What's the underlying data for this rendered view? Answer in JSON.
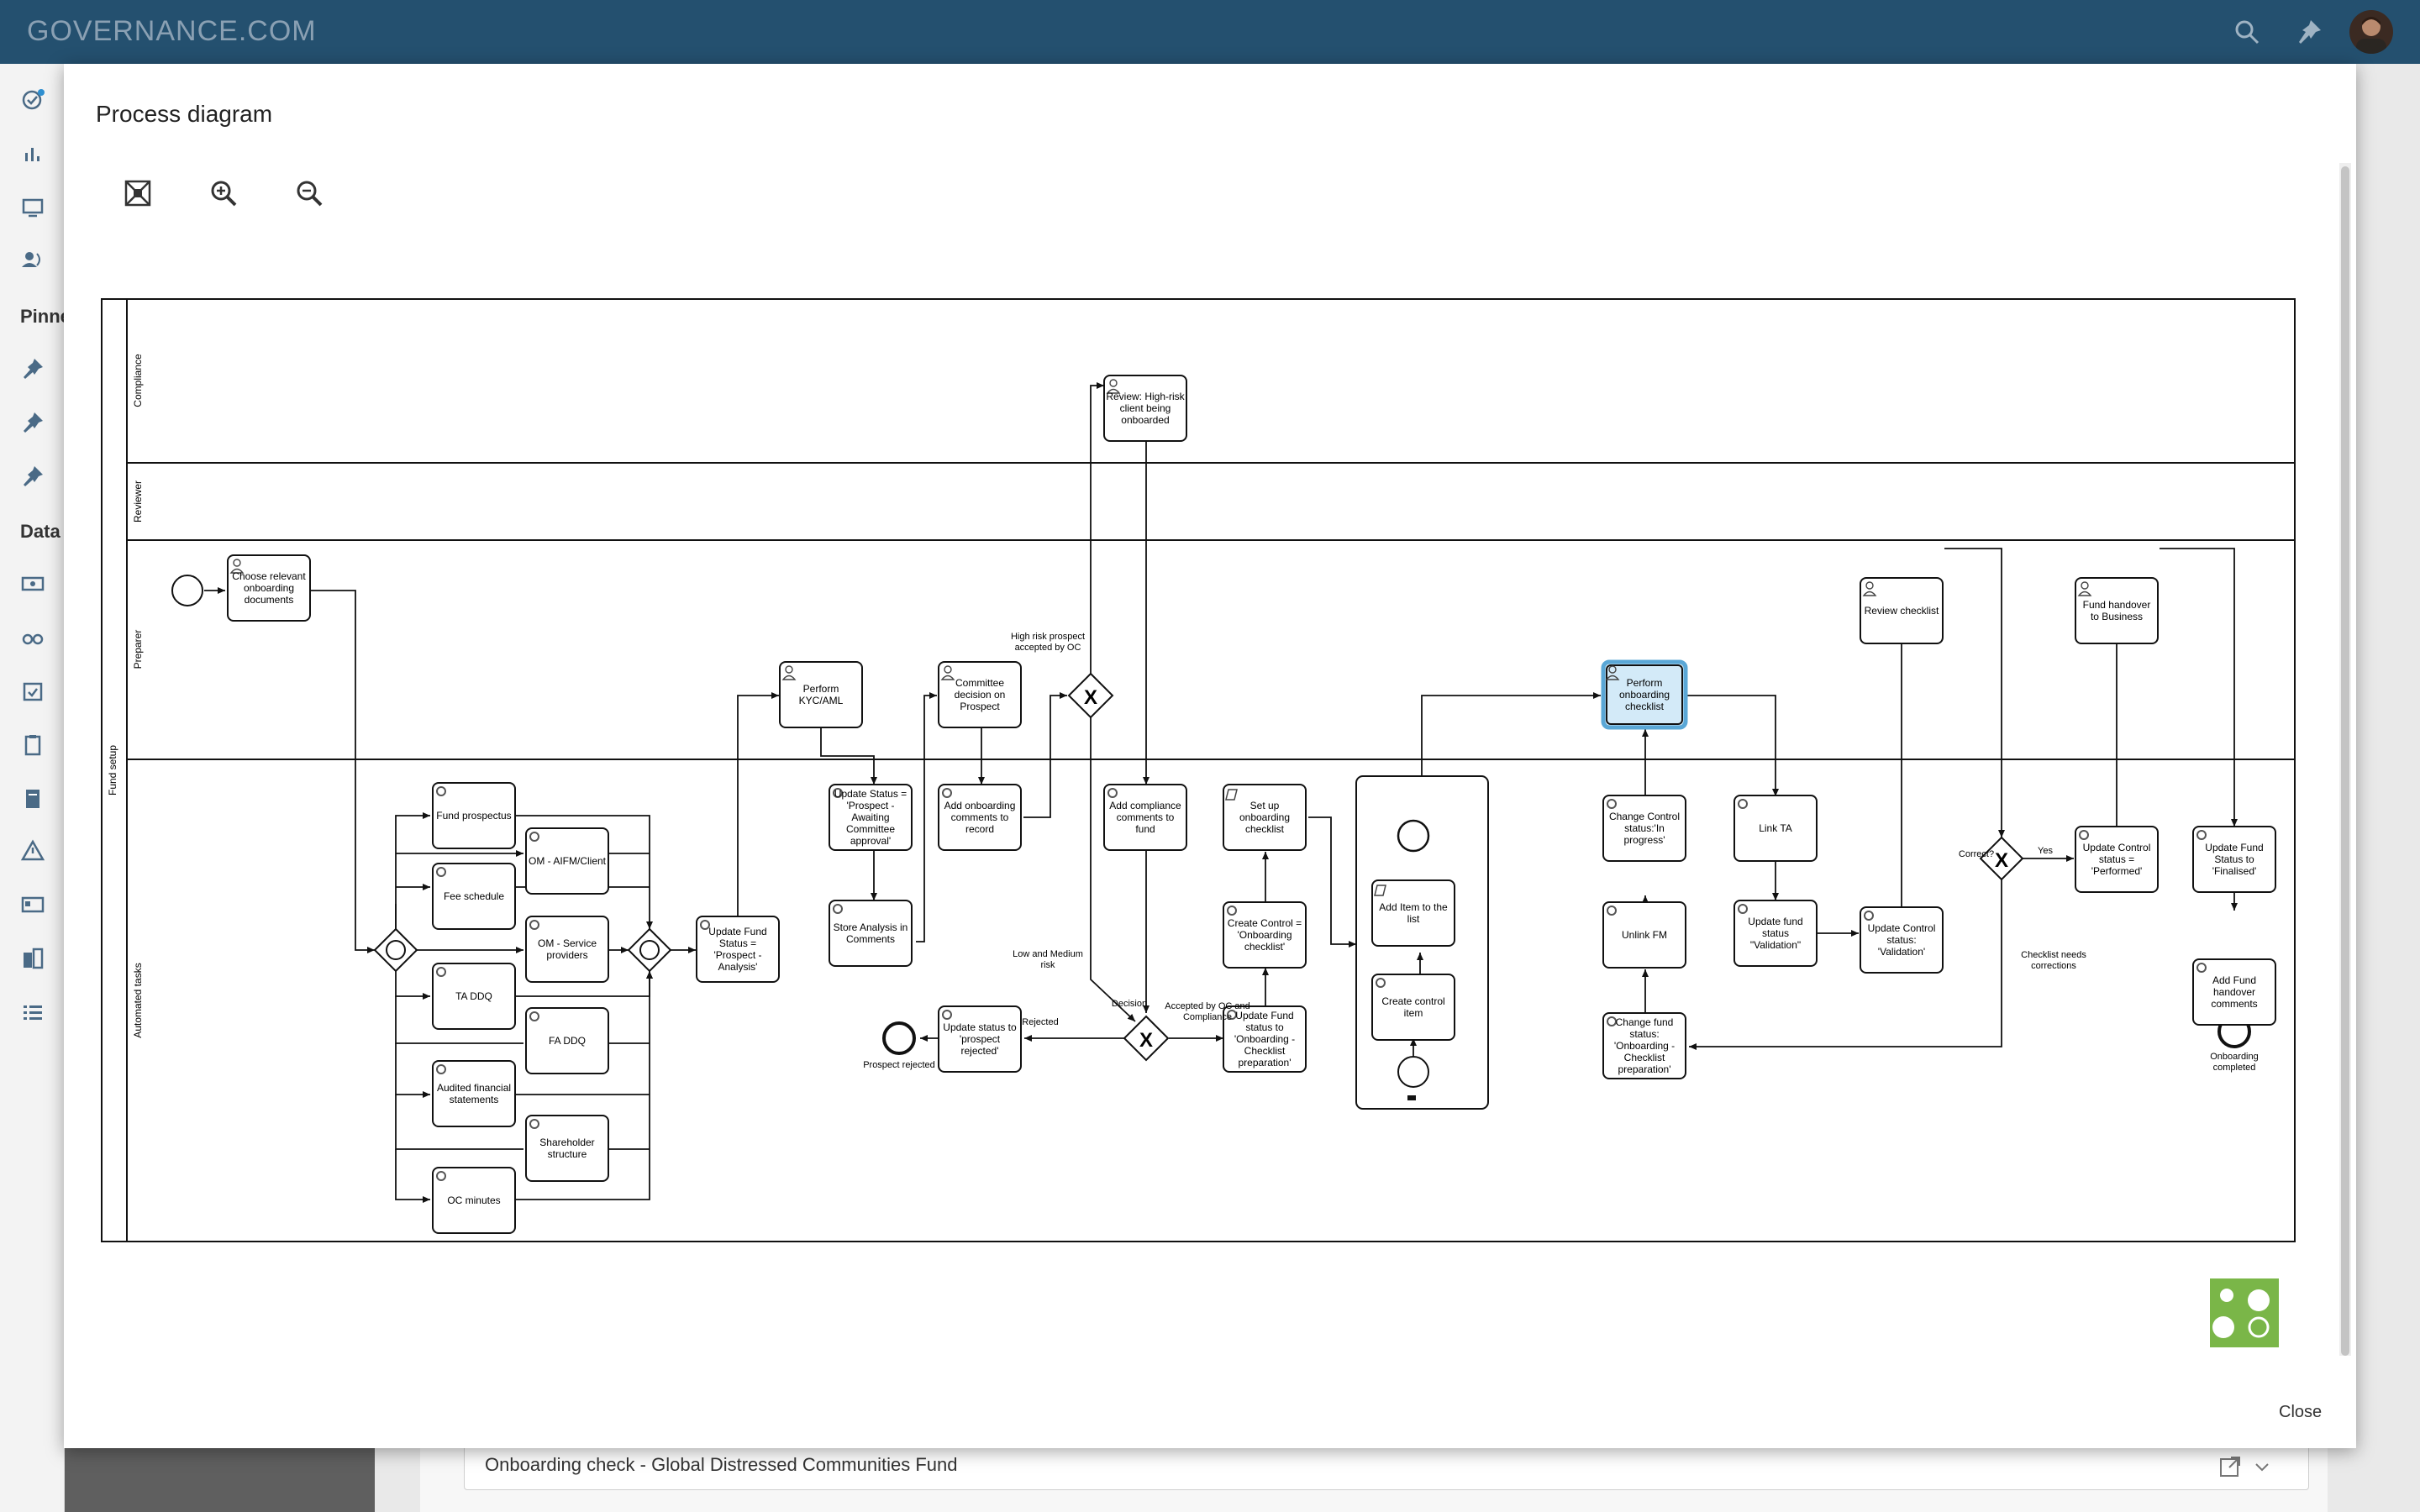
{
  "app": {
    "brand": "GOVERNANCE.COM"
  },
  "sidebar": {
    "pinned_label": "Pinne",
    "data_label": "Data"
  },
  "background": {
    "field_value": "Onboarding check - Global Distressed Communities Fund"
  },
  "modal": {
    "title": "Process diagram",
    "close_label": "Close"
  },
  "toolbar": {
    "fit_icon": "fit-to-screen-icon",
    "zoom_in_icon": "zoom-in-icon",
    "zoom_out_icon": "zoom-out-icon"
  },
  "diagram": {
    "pool": "Fund setup",
    "lanes": [
      "Compliance",
      "Reviewer",
      "Preparer",
      "Automated tasks"
    ],
    "tasks": {
      "choose": "Choose relevant onboarding documents",
      "fund_prospectus": "Fund prospectus",
      "om_aifm": "OM - AIFM/Client",
      "fee_schedule": "Fee schedule",
      "om_service": "OM - Service providers",
      "ta_ddq": "TA DDQ",
      "fa_ddq": "FA DDQ",
      "audited": "Audited financial statements",
      "shareholder": "Shareholder structure",
      "oc_minutes": "OC minutes",
      "update_prospect_analysis": "Update Fund Status = 'Prospect - Analysis'",
      "kyc": "Perform KYC/AML",
      "update_awaiting": "Update Status = 'Prospect - Awaiting Committee approval'",
      "store_analysis": "Store Analysis in Comments",
      "committee": "Committee decision on Prospect",
      "add_onboarding_comments": "Add onboarding comments to record",
      "review_high_risk": "Review: High-risk client being onboarded",
      "add_compliance": "Add compliance comments to fund",
      "update_rejected": "Update status to 'prospect rejected'",
      "setup_checklist": "Set up onboarding checklist",
      "create_control_checklist": "Create Control = 'Onboarding checklist'",
      "update_checklist_prep": "Update Fund status to 'Onboarding - Checklist preparation'",
      "add_item": "Add Item to the list",
      "create_control_item": "Create control item",
      "perform_checklist": "Perform onboarding checklist",
      "change_control_inprogress": "Change Control status:'In progress'",
      "unlink_fm": "Unlink FM",
      "change_fund_checklist_prep": "Change fund status: 'Onboarding - Checklist preparation'",
      "link_ta": "Link TA",
      "update_fund_validation": "Update fund status \"Validation\"",
      "update_control_validation": "Update Control status: 'Validation'",
      "review_checklist": "Review checklist",
      "update_control_performed": "Update Control status = 'Performed'",
      "fund_handover": "Fund handover to Business",
      "update_finalised": "Update Fund Status to 'Finalised'",
      "add_handover_comments": "Add Fund handover comments"
    },
    "labels": {
      "high_risk": "High risk prospect accepted by OC",
      "low_medium": "Low and Medium risk",
      "rejected": "Rejected",
      "decision": "Decision",
      "accepted": "Accepted by OC and Compliance",
      "prospect_rejected": "Prospect rejected",
      "correct": "Correct?",
      "yes": "Yes",
      "needs_corrections": "Checklist needs corrections",
      "onboarding_completed": "Onboarding completed"
    }
  }
}
